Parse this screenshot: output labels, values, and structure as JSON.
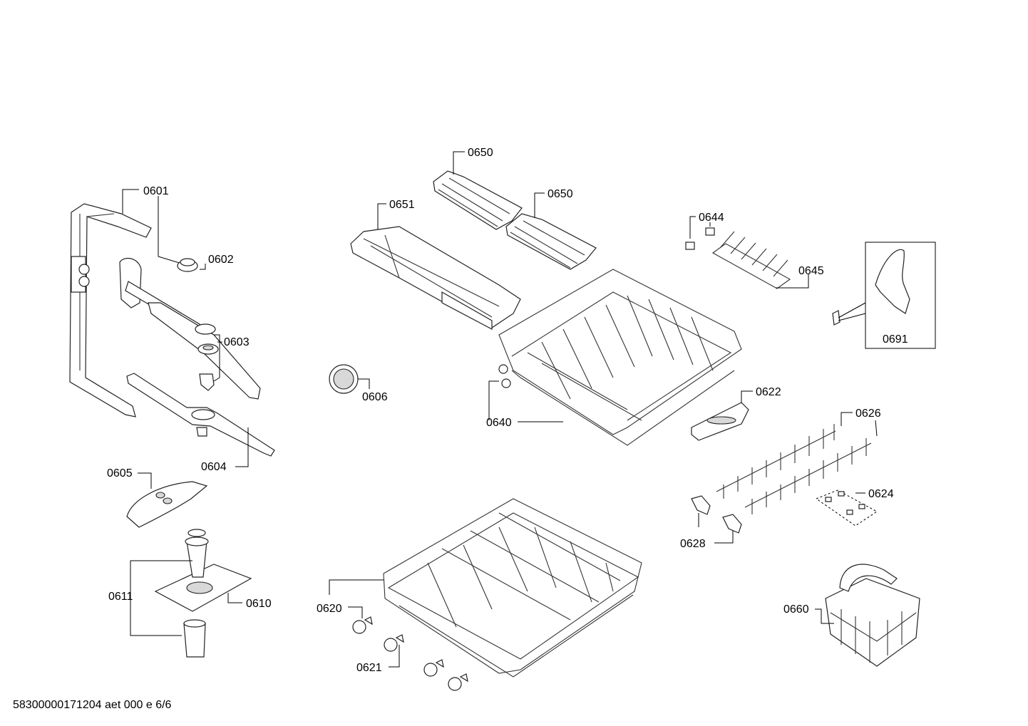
{
  "labels": {
    "p0601": "0601",
    "p0602": "0602",
    "p0603": "0603",
    "p0604": "0604",
    "p0605": "0605",
    "p0606": "0606",
    "p0610": "0610",
    "p0611": "0611",
    "p0620": "0620",
    "p0621": "0621",
    "p0622": "0622",
    "p0624": "0624",
    "p0626": "0626",
    "p0628": "0628",
    "p0640": "0640",
    "p0644": "0644",
    "p0645": "0645",
    "p0650a": "0650",
    "p0650b": "0650",
    "p0651": "0651",
    "p0660": "0660",
    "p0691": "0691"
  },
  "footer": "58300000171204 aet 000 e 6/6"
}
